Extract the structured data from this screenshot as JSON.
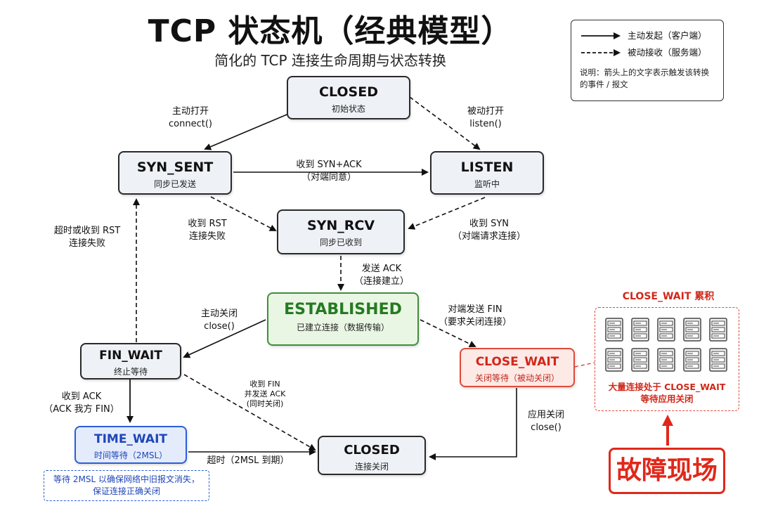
{
  "title": "TCP 状态机（经典模型）",
  "subtitle": "简化的 TCP 连接生命周期与状态转换",
  "legend": {
    "active": "主动发起（客户端）",
    "passive": "被动接收（服务端）",
    "note": "说明：箭头上的文字表示触发该转换的事件 / 报文"
  },
  "states": {
    "closed_top": {
      "name": "CLOSED",
      "sub": "初始状态"
    },
    "syn_sent": {
      "name": "SYN_SENT",
      "sub": "同步已发送"
    },
    "listen": {
      "name": "LISTEN",
      "sub": "监听中"
    },
    "syn_rcv": {
      "name": "SYN_RCV",
      "sub": "同步已收到"
    },
    "established": {
      "name": "ESTABLISHED",
      "sub": "已建立连接（数据传输）"
    },
    "fin_wait": {
      "name": "FIN_WAIT",
      "sub": "终止等待"
    },
    "close_wait": {
      "name": "CLOSE_WAIT",
      "sub": "关闭等待（被动关闭）"
    },
    "time_wait": {
      "name": "TIME_WAIT",
      "sub": "时间等待（2MSL）"
    },
    "closed_bottom": {
      "name": "CLOSED",
      "sub": "连接关闭"
    }
  },
  "labels": {
    "active_open": [
      "主动打开",
      "connect()"
    ],
    "passive_open": [
      "被动打开",
      "listen()"
    ],
    "recv_synack": [
      "收到 SYN+ACK",
      "（对端同意）"
    ],
    "recv_rst": [
      "收到 RST",
      "连接失败"
    ],
    "recv_syn": [
      "收到 SYN",
      "（对端请求连接）"
    ],
    "timeout_rst": [
      "超时或收到 RST",
      "连接失败"
    ],
    "send_ack": [
      "发送 ACK",
      "（连接建立）"
    ],
    "active_close": [
      "主动关闭",
      "close()"
    ],
    "peer_fin": [
      "对端发送 FIN",
      "（要求关闭连接）"
    ],
    "recv_ack": [
      "收到 ACK",
      "（ACK 我方 FIN）"
    ],
    "recv_fin": [
      "收到 FIN",
      "并发送 ACK",
      "(同时关闭)"
    ],
    "app_close": [
      "应用关闭",
      "close()"
    ],
    "timeout_2msl": [
      "超时（2MSL 到期）"
    ]
  },
  "time_wait_note": [
    "等待 2MSL 以确保网络中旧报文消失，",
    "保证连接正确关闭"
  ],
  "accumulation": {
    "title": "CLOSE_WAIT 累积",
    "caption": [
      "大量连接处于 CLOSE_WAIT",
      "等待应用关闭"
    ],
    "server_count": 10,
    "icon": "server-icon"
  },
  "scene": "故障现场",
  "colors": {
    "green": "#3f8f3a",
    "red": "#e04a3a",
    "blue": "#2b5fd8",
    "neutral": "#2a2a2a"
  }
}
